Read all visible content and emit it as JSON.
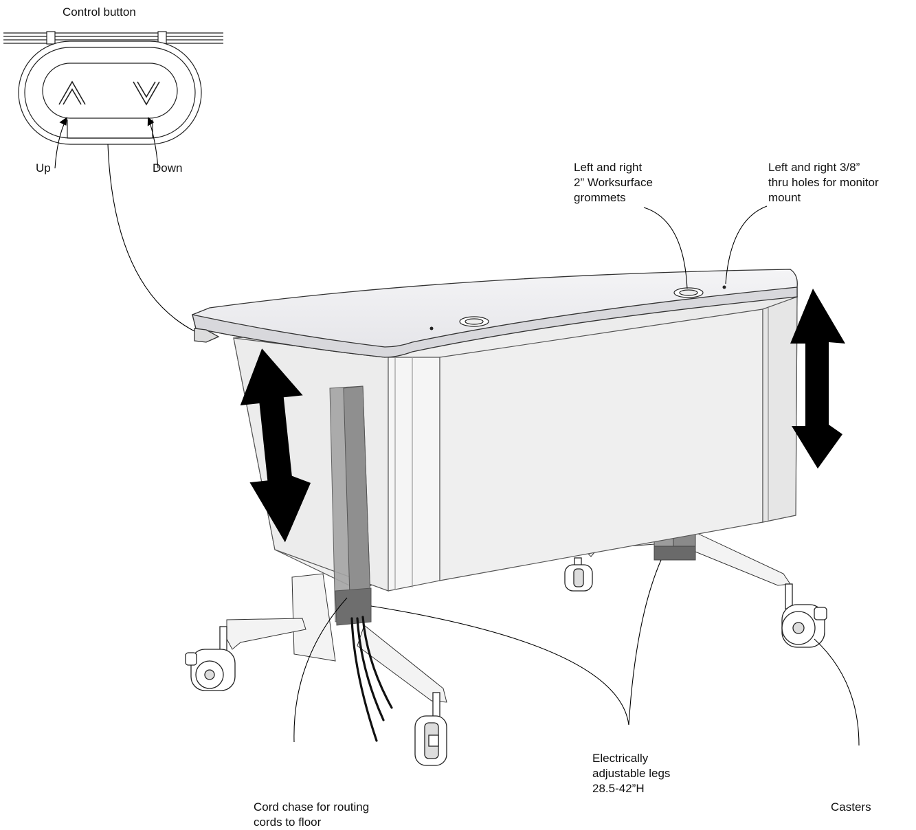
{
  "diagram": {
    "control_panel": {
      "title": "Control button",
      "up_label": "Up",
      "down_label": "Down"
    },
    "callouts": {
      "grommets": "Left and right\n2” Worksurface\ngrommets",
      "thru_holes": "Left and right 3/8”\nthru holes for monitor\nmount",
      "legs": "Electrically\nadjustable legs\n28.5-42”H",
      "cord_chase": "Cord chase for routing\ncords to floor",
      "casters": "Casters"
    }
  }
}
